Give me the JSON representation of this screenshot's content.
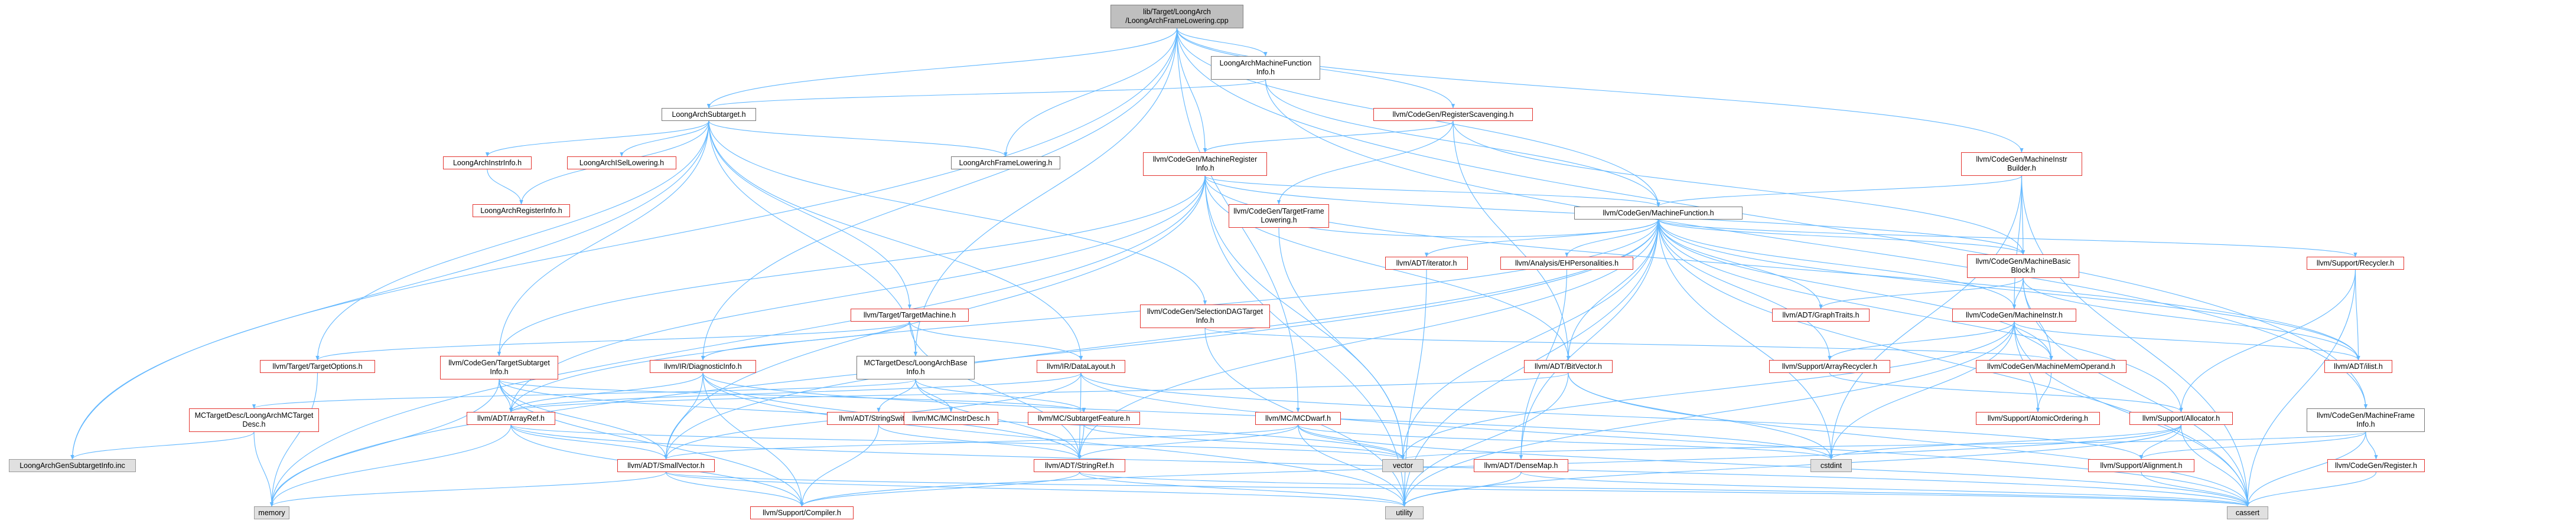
{
  "graph": {
    "edge_color": "#63b8ff",
    "nodes": [
      {
        "id": "root",
        "label": "lib/Target/LoongArch\n/LoongArchFrameLowering.cpp",
        "kind": "root"
      },
      {
        "id": "mfi",
        "label": "LoongArchMachineFunction\nInfo.h",
        "kind": "gray"
      },
      {
        "id": "subtarget",
        "label": "LoongArchSubtarget.h",
        "kind": "gray"
      },
      {
        "id": "rs",
        "label": "llvm/CodeGen/RegisterScavenging.h",
        "kind": "red"
      },
      {
        "id": "mib",
        "label": "llvm/CodeGen/MachineInstr\nBuilder.h",
        "kind": "red"
      },
      {
        "id": "instrinfo",
        "label": "LoongArchInstrInfo.h",
        "kind": "red"
      },
      {
        "id": "isel",
        "label": "LoongArchISelLowering.h",
        "kind": "red"
      },
      {
        "id": "framelow",
        "label": "LoongArchFrameLowering.h",
        "kind": "gray"
      },
      {
        "id": "mri",
        "label": "llvm/CodeGen/MachineRegister\nInfo.h",
        "kind": "red"
      },
      {
        "id": "reginfo",
        "label": "LoongArchRegisterInfo.h",
        "kind": "red"
      },
      {
        "id": "tfl",
        "label": "llvm/CodeGen/TargetFrame\nLowering.h",
        "kind": "red"
      },
      {
        "id": "mf",
        "label": "llvm/CodeGen/MachineFunction.h",
        "kind": "gray"
      },
      {
        "id": "iter",
        "label": "llvm/ADT/iterator.h",
        "kind": "red"
      },
      {
        "id": "ehp",
        "label": "llvm/Analysis/EHPersonalities.h",
        "kind": "red"
      },
      {
        "id": "mbb",
        "label": "llvm/CodeGen/MachineBasic\nBlock.h",
        "kind": "red"
      },
      {
        "id": "recycler",
        "label": "llvm/Support/Recycler.h",
        "kind": "red"
      },
      {
        "id": "tm",
        "label": "llvm/Target/TargetMachine.h",
        "kind": "red"
      },
      {
        "id": "sdag",
        "label": "llvm/CodeGen/SelectionDAGTarget\nInfo.h",
        "kind": "red"
      },
      {
        "id": "graphtraits",
        "label": "llvm/ADT/GraphTraits.h",
        "kind": "red"
      },
      {
        "id": "mi",
        "label": "llvm/CodeGen/MachineInstr.h",
        "kind": "red"
      },
      {
        "id": "topt",
        "label": "llvm/Target/TargetOptions.h",
        "kind": "red"
      },
      {
        "id": "tsi",
        "label": "llvm/CodeGen/TargetSubtarget\nInfo.h",
        "kind": "red"
      },
      {
        "id": "diag",
        "label": "llvm/IR/DiagnosticInfo.h",
        "kind": "red"
      },
      {
        "id": "mcbase",
        "label": "MCTargetDesc/LoongArchBase\nInfo.h",
        "kind": "gray"
      },
      {
        "id": "dl",
        "label": "llvm/IR/DataLayout.h",
        "kind": "red"
      },
      {
        "id": "bitvec",
        "label": "llvm/ADT/BitVector.h",
        "kind": "red"
      },
      {
        "id": "arec",
        "label": "llvm/Support/ArrayRecycler.h",
        "kind": "red"
      },
      {
        "id": "mmo",
        "label": "llvm/CodeGen/MachineMemOperand.h",
        "kind": "red"
      },
      {
        "id": "ilist",
        "label": "llvm/ADT/ilist.h",
        "kind": "red"
      },
      {
        "id": "mcdesc",
        "label": "MCTargetDesc/LoongArchMCTarget\nDesc.h",
        "kind": "red"
      },
      {
        "id": "arrayref",
        "label": "llvm/ADT/ArrayRef.h",
        "kind": "red"
      },
      {
        "id": "strswitch",
        "label": "llvm/ADT/StringSwitch.h",
        "kind": "red"
      },
      {
        "id": "mcinstr",
        "label": "llvm/MC/MCInstrDesc.h",
        "kind": "red"
      },
      {
        "id": "mcsub",
        "label": "llvm/MC/SubtargetFeature.h",
        "kind": "red"
      },
      {
        "id": "mcdwarf",
        "label": "llvm/MC/MCDwarf.h",
        "kind": "red"
      },
      {
        "id": "atomic",
        "label": "llvm/Support/AtomicOrdering.h",
        "kind": "red"
      },
      {
        "id": "alloc",
        "label": "llvm/Support/Allocator.h",
        "kind": "red"
      },
      {
        "id": "mfinfo",
        "label": "llvm/CodeGen/MachineFrame\nInfo.h",
        "kind": "gray"
      },
      {
        "id": "subinfoinc",
        "label": "LoongArchGenSubtargetInfo.inc",
        "kind": "sys"
      },
      {
        "id": "smallvec",
        "label": "llvm/ADT/SmallVector.h",
        "kind": "red"
      },
      {
        "id": "vector",
        "label": "vector",
        "kind": "sys"
      },
      {
        "id": "cstdint",
        "label": "cstdint",
        "kind": "sys"
      },
      {
        "id": "stringref",
        "label": "llvm/ADT/StringRef.h",
        "kind": "red"
      },
      {
        "id": "densemap",
        "label": "llvm/ADT/DenseMap.h",
        "kind": "red"
      },
      {
        "id": "align",
        "label": "llvm/Support/Alignment.h",
        "kind": "red"
      },
      {
        "id": "register",
        "label": "llvm/CodeGen/Register.h",
        "kind": "red"
      },
      {
        "id": "memory",
        "label": "memory",
        "kind": "sys"
      },
      {
        "id": "compiler",
        "label": "llvm/Support/Compiler.h",
        "kind": "red"
      },
      {
        "id": "utility",
        "label": "utility",
        "kind": "sys"
      },
      {
        "id": "cassert",
        "label": "cassert",
        "kind": "sys"
      }
    ],
    "edges": [
      [
        "root",
        "mfi"
      ],
      [
        "root",
        "subtarget"
      ],
      [
        "root",
        "rs"
      ],
      [
        "root",
        "mib"
      ],
      [
        "root",
        "framelow"
      ],
      [
        "root",
        "mri"
      ],
      [
        "root",
        "mf"
      ],
      [
        "root",
        "mcbase"
      ],
      [
        "root",
        "mcdwarf"
      ],
      [
        "root",
        "diag"
      ],
      [
        "root",
        "mfinfo"
      ],
      [
        "root",
        "subinfoinc"
      ],
      [
        "mfi",
        "subtarget"
      ],
      [
        "mfi",
        "mf"
      ],
      [
        "mfi",
        "mfinfo"
      ],
      [
        "subtarget",
        "instrinfo"
      ],
      [
        "subtarget",
        "isel"
      ],
      [
        "subtarget",
        "framelow"
      ],
      [
        "subtarget",
        "reginfo"
      ],
      [
        "subtarget",
        "tm"
      ],
      [
        "subtarget",
        "sdag"
      ],
      [
        "subtarget",
        "tsi"
      ],
      [
        "subtarget",
        "topt"
      ],
      [
        "subtarget",
        "mcbase"
      ],
      [
        "subtarget",
        "dl"
      ],
      [
        "subtarget",
        "subinfoinc"
      ],
      [
        "instrinfo",
        "reginfo"
      ],
      [
        "rs",
        "mri"
      ],
      [
        "rs",
        "mbb"
      ],
      [
        "rs",
        "bitvec"
      ],
      [
        "rs",
        "tfl"
      ],
      [
        "mib",
        "mf"
      ],
      [
        "mib",
        "mbb"
      ],
      [
        "mib",
        "mi"
      ],
      [
        "mib",
        "cassert"
      ],
      [
        "mib",
        "cstdint"
      ],
      [
        "mri",
        "mf"
      ],
      [
        "mri",
        "mbb"
      ],
      [
        "mri",
        "bitvec"
      ],
      [
        "mri",
        "arrayref"
      ],
      [
        "mri",
        "tsi"
      ],
      [
        "mri",
        "smallvec"
      ],
      [
        "mri",
        "vector"
      ],
      [
        "mri",
        "memory"
      ],
      [
        "mri",
        "ilist"
      ],
      [
        "mri",
        "utility"
      ],
      [
        "tfl",
        "mf"
      ],
      [
        "tfl",
        "vector"
      ],
      [
        "mf",
        "iter"
      ],
      [
        "mf",
        "ehp"
      ],
      [
        "mf",
        "mbb"
      ],
      [
        "mf",
        "recycler"
      ],
      [
        "mf",
        "graphtraits"
      ],
      [
        "mf",
        "mi"
      ],
      [
        "mf",
        "bitvec"
      ],
      [
        "mf",
        "arec"
      ],
      [
        "mf",
        "mmo"
      ],
      [
        "mf",
        "alloc"
      ],
      [
        "mf",
        "arrayref"
      ],
      [
        "mf",
        "smallvec"
      ],
      [
        "mf",
        "densemap"
      ],
      [
        "mf",
        "stringref"
      ],
      [
        "mf",
        "vector"
      ],
      [
        "mf",
        "cstdint"
      ],
      [
        "mf",
        "utility"
      ],
      [
        "mf",
        "cassert"
      ],
      [
        "mf",
        "ilist"
      ],
      [
        "mf",
        "memory"
      ],
      [
        "mbb",
        "mi"
      ],
      [
        "mbb",
        "graphtraits"
      ],
      [
        "mbb",
        "ilist"
      ],
      [
        "mbb",
        "mmo"
      ],
      [
        "mbb",
        "cassert"
      ],
      [
        "mi",
        "mmo"
      ],
      [
        "mi",
        "arec"
      ],
      [
        "mi",
        "ilist"
      ],
      [
        "mi",
        "atomic"
      ],
      [
        "mi",
        "cstdint"
      ],
      [
        "mi",
        "utility"
      ],
      [
        "mi",
        "vector"
      ],
      [
        "mi",
        "cassert"
      ],
      [
        "recycler",
        "ilist"
      ],
      [
        "recycler",
        "alloc"
      ],
      [
        "recycler",
        "cassert"
      ],
      [
        "iter",
        "utility"
      ],
      [
        "ehp",
        "densemap"
      ],
      [
        "tm",
        "topt"
      ],
      [
        "tm",
        "dl"
      ],
      [
        "tm",
        "stringref"
      ],
      [
        "tm",
        "diag"
      ],
      [
        "sdag",
        "mmo"
      ],
      [
        "sdag",
        "utility"
      ],
      [
        "topt",
        "memory"
      ],
      [
        "tsi",
        "arrayref"
      ],
      [
        "tsi",
        "smallvec"
      ],
      [
        "tsi",
        "mcsub"
      ],
      [
        "tsi",
        "vector"
      ],
      [
        "tsi",
        "memory"
      ],
      [
        "tsi",
        "compiler"
      ],
      [
        "diag",
        "arrayref"
      ],
      [
        "diag",
        "stringref"
      ],
      [
        "diag",
        "smallvec"
      ],
      [
        "diag",
        "compiler"
      ],
      [
        "diag",
        "cstdint"
      ],
      [
        "diag",
        "utility"
      ],
      [
        "mcbase",
        "mcdesc"
      ],
      [
        "mcbase",
        "strswitch"
      ],
      [
        "mcbase",
        "mcinstr"
      ],
      [
        "mcbase",
        "mcsub"
      ],
      [
        "mcbase",
        "stringref"
      ],
      [
        "dl",
        "arrayref"
      ],
      [
        "dl",
        "smallvec"
      ],
      [
        "dl",
        "stringref"
      ],
      [
        "dl",
        "align"
      ],
      [
        "dl",
        "cassert"
      ],
      [
        "bitvec",
        "arrayref"
      ],
      [
        "bitvec",
        "utility"
      ],
      [
        "bitvec",
        "cassert"
      ],
      [
        "bitvec",
        "cstdint"
      ],
      [
        "arec",
        "alloc"
      ],
      [
        "mmo",
        "atomic"
      ],
      [
        "mcdesc",
        "memory"
      ],
      [
        "mcdesc",
        "subinfoinc"
      ],
      [
        "arrayref",
        "smallvec"
      ],
      [
        "arrayref",
        "memory"
      ],
      [
        "arrayref",
        "compiler"
      ],
      [
        "arrayref",
        "cassert"
      ],
      [
        "arrayref",
        "vector"
      ],
      [
        "strswitch",
        "stringref"
      ],
      [
        "strswitch",
        "compiler"
      ],
      [
        "mcsub",
        "stringref"
      ],
      [
        "mcsub",
        "vector"
      ],
      [
        "mcdwarf",
        "smallvec"
      ],
      [
        "mcdwarf",
        "stringref"
      ],
      [
        "mcdwarf",
        "vector"
      ],
      [
        "mcdwarf",
        "utility"
      ],
      [
        "mcdwarf",
        "cassert"
      ],
      [
        "mcdwarf",
        "cstdint"
      ],
      [
        "alloc",
        "align"
      ],
      [
        "alloc",
        "compiler"
      ],
      [
        "alloc",
        "cassert"
      ],
      [
        "alloc",
        "utility"
      ],
      [
        "alloc",
        "cstdint"
      ],
      [
        "mfinfo",
        "register"
      ],
      [
        "mfinfo",
        "align"
      ],
      [
        "mfinfo",
        "vector"
      ],
      [
        "mfinfo",
        "cassert"
      ],
      [
        "register",
        "cassert"
      ],
      [
        "smallvec",
        "compiler"
      ],
      [
        "smallvec",
        "memory"
      ],
      [
        "smallvec",
        "utility"
      ],
      [
        "smallvec",
        "cassert"
      ],
      [
        "stringref",
        "compiler"
      ],
      [
        "stringref",
        "utility"
      ],
      [
        "stringref",
        "cassert"
      ],
      [
        "densemap",
        "utility"
      ],
      [
        "densemap",
        "cassert"
      ],
      [
        "align",
        "cassert"
      ]
    ]
  }
}
